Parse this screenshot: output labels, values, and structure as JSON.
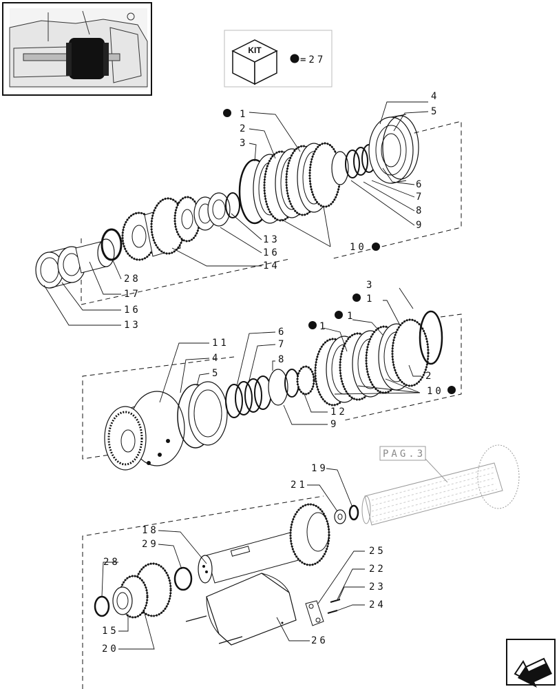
{
  "kit": {
    "box_label": "KIT",
    "equals_text": "=27"
  },
  "page_ref": "PAG.3",
  "labels": {
    "g1_1": "1",
    "g1_2": "2",
    "g1_3": "3",
    "g1_4": "4",
    "g1_5": "5",
    "g1_6": "6",
    "g1_7": "7",
    "g1_8": "8",
    "g1_9": "9",
    "g1_10": "10",
    "g1_13": "13",
    "g1_16": "16",
    "g1_14": "14",
    "g1_28": "28",
    "g1_17": "17",
    "g1_16b": "16",
    "g1_13b": "13",
    "g2_3": "3",
    "g2_1a": "1",
    "g2_1b": "1",
    "g2_1c": "1",
    "g2_11": "11",
    "g2_4": "4",
    "g2_5": "5",
    "g2_6": "6",
    "g2_7": "7",
    "g2_8": "8",
    "g2_2": "2",
    "g2_10": "10",
    "g2_12": "12",
    "g2_9": "9",
    "g3_19": "19",
    "g3_21": "21",
    "g3_18": "18",
    "g3_29": "29",
    "g3_25": "25",
    "g3_28": "28",
    "g3_22": "22",
    "g3_23": "23",
    "g3_24": "24",
    "g3_15": "15",
    "g3_20": "20",
    "g3_26": "26"
  },
  "icons": {
    "kit_dot": "filled-circle-icon",
    "nav": "back-arrow-icon"
  }
}
